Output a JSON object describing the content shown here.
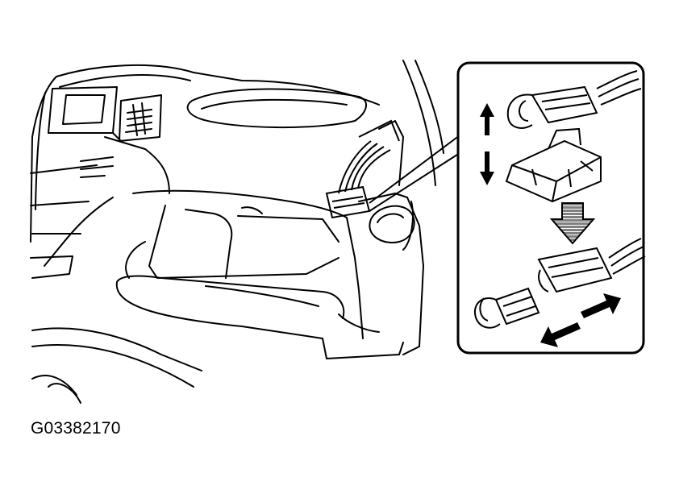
{
  "figure": {
    "id_label": "G03382170",
    "line_color": "#000000",
    "background": "#ffffff",
    "detail_box": {
      "steps": [
        {
          "name": "release-connector-from-bracket",
          "motion": "up-down",
          "icon": "double-arrow-vertical-icon"
        },
        {
          "name": "proceed-to-next-step",
          "motion": "down",
          "icon": "hatched-down-arrow-icon"
        },
        {
          "name": "disconnect-connector",
          "motion": "apart",
          "icon": "double-arrow-diagonal-icon"
        }
      ]
    }
  }
}
